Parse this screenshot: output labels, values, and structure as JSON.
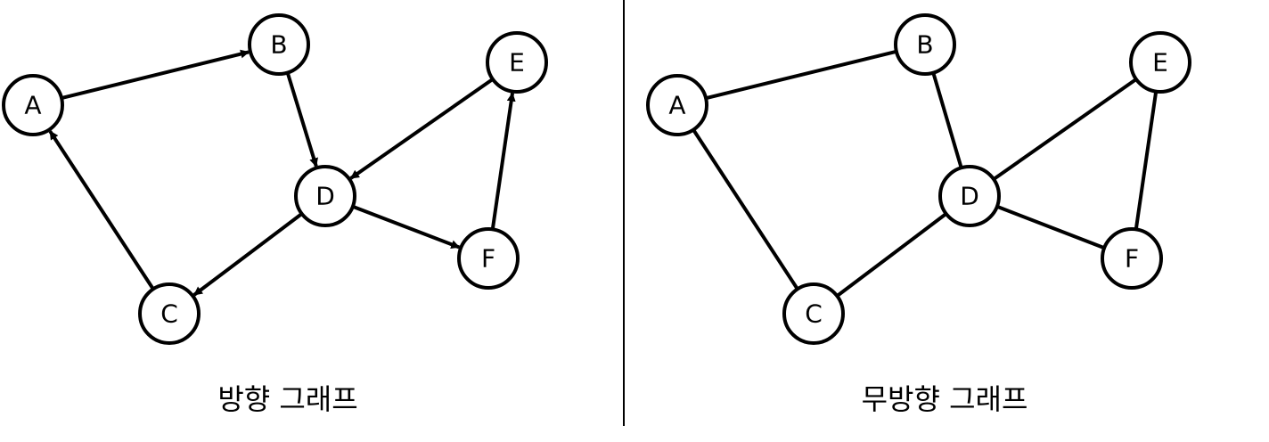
{
  "colors": {
    "stroke": "#000000",
    "fill": "#ffffff"
  },
  "directed_graph": {
    "caption": "방향 그래프",
    "nodes": [
      "A",
      "B",
      "C",
      "D",
      "E",
      "F"
    ],
    "edges": [
      {
        "from": "A",
        "to": "B"
      },
      {
        "from": "B",
        "to": "D"
      },
      {
        "from": "E",
        "to": "D"
      },
      {
        "from": "D",
        "to": "F"
      },
      {
        "from": "F",
        "to": "E"
      },
      {
        "from": "D",
        "to": "C"
      },
      {
        "from": "C",
        "to": "A"
      }
    ]
  },
  "undirected_graph": {
    "caption": "무방향 그래프",
    "nodes": [
      "A",
      "B",
      "C",
      "D",
      "E",
      "F"
    ],
    "edges": [
      {
        "from": "A",
        "to": "B"
      },
      {
        "from": "A",
        "to": "C"
      },
      {
        "from": "B",
        "to": "D"
      },
      {
        "from": "D",
        "to": "E"
      },
      {
        "from": "D",
        "to": "C"
      },
      {
        "from": "D",
        "to": "F"
      },
      {
        "from": "E",
        "to": "F"
      }
    ]
  }
}
